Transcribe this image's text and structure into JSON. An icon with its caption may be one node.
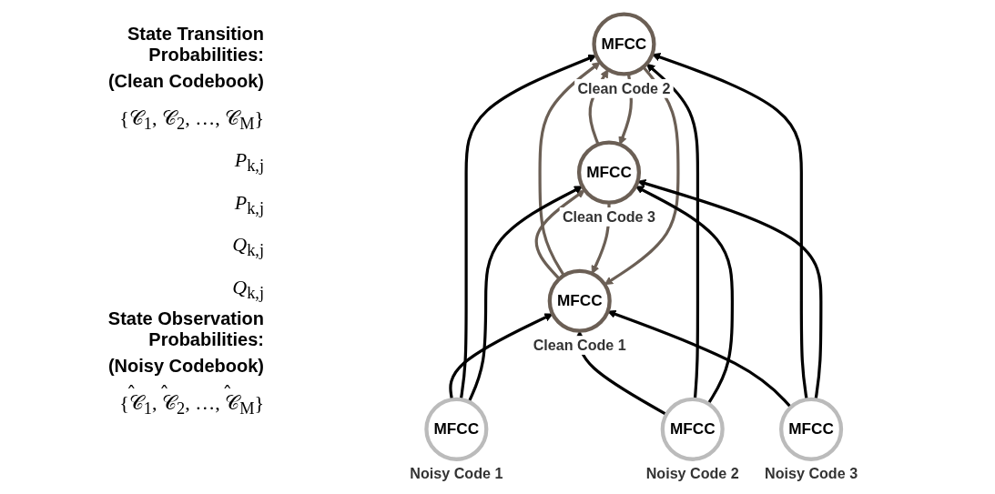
{
  "diagram": {
    "nodes": [
      {
        "text": [
          "MFCC"
        ],
        "beside": [
          "Clean Code 1"
        ]
      },
      {
        "text": [
          "MFCC"
        ],
        "beside": [
          "Clean Code 2"
        ]
      },
      {
        "text": [
          "MFCC"
        ],
        "beside": [
          "Clean Code 3"
        ]
      },
      {
        "text": [
          "MFCC"
        ],
        "beside": [
          "Noisy Code 1"
        ]
      },
      {
        "text": [
          "MFCC"
        ],
        "beside": [
          "Noisy Code 2"
        ]
      },
      {
        "text": [
          "MFCC"
        ],
        "beside": [
          "Noisy Code 3"
        ]
      }
    ],
    "edges": [
      {
        "from": 2,
        "to": 0,
        "arrow": "to",
        "color": "#6b5f55"
      },
      {
        "from": 0,
        "to": 2,
        "arrow": "to",
        "color": "#6b5f55"
      },
      {
        "from": 1,
        "to": 0,
        "arrow": "to",
        "color": "#6b5f55"
      },
      {
        "from": 0,
        "to": 1,
        "arrow": "to",
        "color": "#6b5f55"
      },
      {
        "from": 2,
        "to": 1,
        "arrow": "to",
        "color": "#6b5f55"
      },
      {
        "from": 1,
        "to": 2,
        "arrow": "to",
        "color": "#6b5f55"
      },
      {
        "from": 3,
        "to": 0,
        "arrow": "to"
      },
      {
        "from": 3,
        "to": 1,
        "arrow": "to"
      },
      {
        "from": 3,
        "to": 2,
        "arrow": "to"
      },
      {
        "from": 4,
        "to": 0,
        "arrow": "to"
      },
      {
        "from": 4,
        "to": 1,
        "arrow": "to"
      },
      {
        "from": 4,
        "to": 2,
        "arrow": "to"
      },
      {
        "from": 5,
        "to": 0,
        "arrow": "to"
      },
      {
        "from": 5,
        "to": 1,
        "arrow": "to"
      },
      {
        "from": 5,
        "to": 2,
        "arrow": "to"
      }
    ],
    "labels": [
      "State Transition Probabilities:",
      "(Clean Codebook)",
      "{𝒞$_{1}$, 𝒞$_{2}$, …, 𝒞$_{M}$}",
      "*P*$_{k,j}$",
      "*P*$_{k,j}$",
      "*Q*$_{k,j}$",
      "*Q*$_{k,j}$",
      "State Observation Probabilities:",
      "(Noisy Codebook)",
      "{𝒞̂$_{1}$, 𝒞̂$_{2}$, …, 𝒞̂$_{M}$}"
    ]
  }
}
